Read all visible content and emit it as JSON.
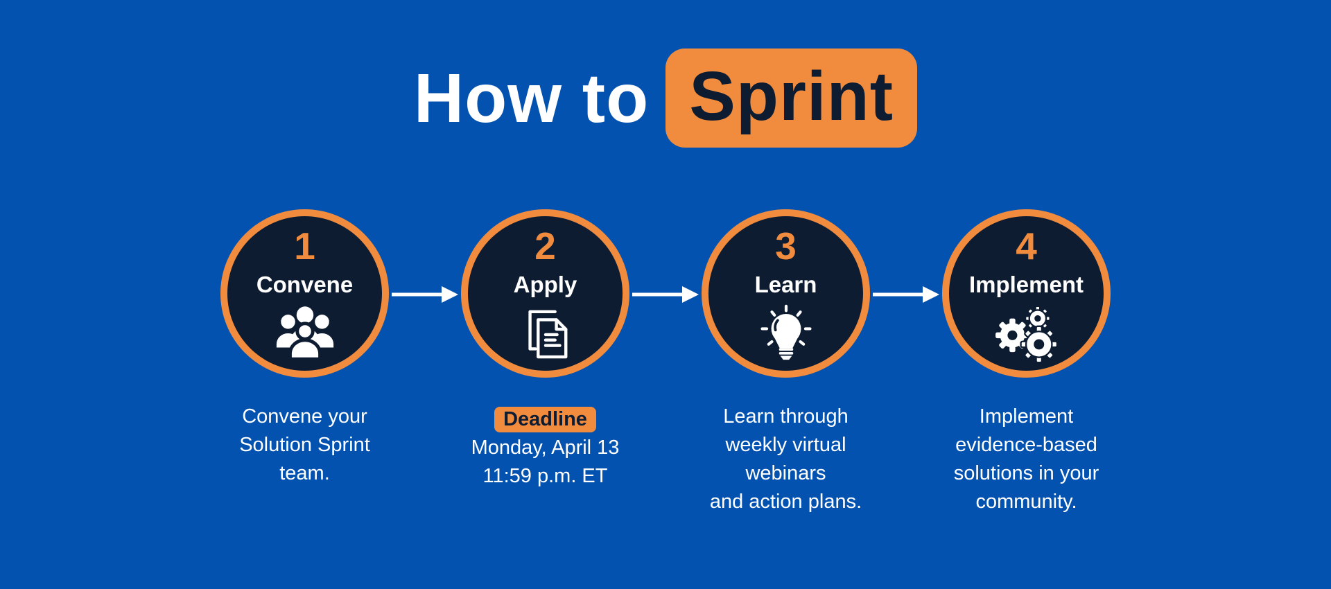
{
  "title": {
    "prefix": "How to",
    "highlight": "Sprint"
  },
  "colors": {
    "background": "#0452b0",
    "circle_fill": "#0e1c32",
    "accent_orange": "#f18c3e",
    "text_white": "#ffffff",
    "highlight_text": "#0e1c32"
  },
  "connector_icon": "arrow-right-icon",
  "steps": [
    {
      "number": "1",
      "label": "Convene",
      "icon": "people-group-icon",
      "caption_lines": [
        "Convene your",
        "Solution Sprint",
        "team."
      ]
    },
    {
      "number": "2",
      "label": "Apply",
      "icon": "documents-icon",
      "deadline_badge": "Deadline",
      "caption_lines": [
        "Monday, April 13",
        "11:59 p.m. ET"
      ]
    },
    {
      "number": "3",
      "label": "Learn",
      "icon": "lightbulb-icon",
      "caption_lines": [
        "Learn through",
        "weekly virtual",
        "webinars",
        "and action plans."
      ]
    },
    {
      "number": "4",
      "label": "Implement",
      "icon": "gears-icon",
      "caption_lines": [
        "Implement",
        "evidence-based",
        "solutions in your",
        "community."
      ]
    }
  ]
}
